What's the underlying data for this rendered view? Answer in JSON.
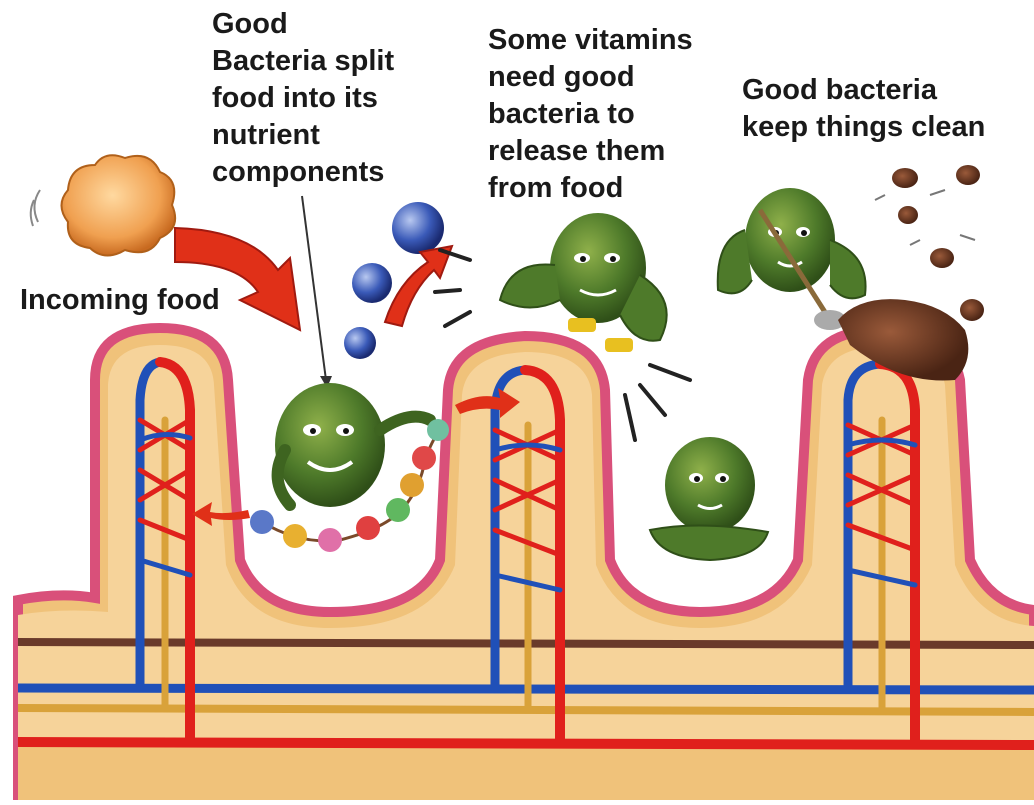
{
  "labels": {
    "incoming_food": "Incoming food",
    "split_food": "Good\nBacteria split\nfood into its\nnutrient\ncomponents",
    "vitamins": "Some vitamins\nneed good\nbacteria to\nrelease them\nfrom food",
    "keep_clean": "Good bacteria\nkeep things clean"
  },
  "colors": {
    "tissue": "#f0c27a",
    "epithelium": "#d9507a",
    "artery": "#e0201c",
    "vein": "#2050b8",
    "lacteal": "#d9a23a",
    "bacteria": "#4e7a2a",
    "arrow": "#e03018"
  }
}
